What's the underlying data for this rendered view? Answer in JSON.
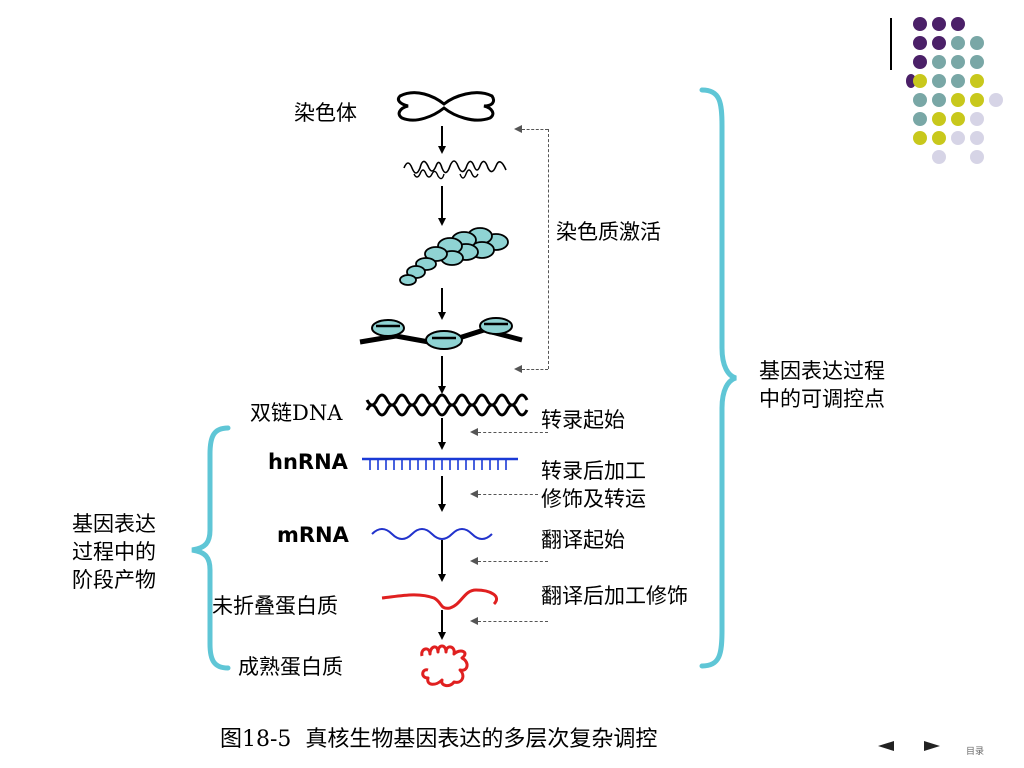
{
  "labels": {
    "chromosome": "染色体",
    "chromatin_activation": "染色质激活",
    "dsdna": "双链DNA",
    "hnrna": "hnRNA",
    "mrna": "mRNA",
    "unfolded_protein": "未折叠蛋白质",
    "mature_protein": "成熟蛋白质",
    "transcription_init": "转录起始",
    "post_transcription_1": "转录后加工",
    "post_transcription_2": "修饰及转运",
    "translation_init": "翻译起始",
    "post_translation": "翻译后加工修饰",
    "control_points_1": "基因表达过程",
    "control_points_2": "中的可调控点",
    "stage_products_1": "基因表达",
    "stage_products_2": "过程中的",
    "stage_products_3": "阶段产物"
  },
  "caption": "图18-5  真核生物基因表达的多层次复杂调控",
  "nav": {
    "prev_icon": "prev-arrow-icon",
    "next_icon": "next-arrow-icon",
    "menu_label": "目录"
  },
  "colors": {
    "purple": "#4b2068",
    "teal": "#79a7a6",
    "yellow": "#c8c81c",
    "lavender": "#d6d4e6",
    "brace": "#5fc6d6",
    "mrna": "#2233cc",
    "protein": "#e02020",
    "hnrna": "#1a3ad6"
  }
}
